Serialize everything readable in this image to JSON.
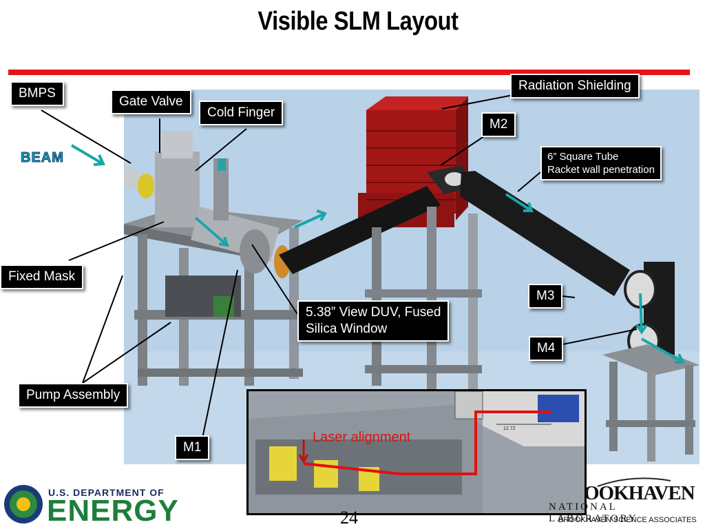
{
  "title": "Visible SLM Layout",
  "labels": {
    "bmps": "BMPS",
    "gate_valve": "Gate Valve",
    "cold_finger": "Cold Finger",
    "radiation_shielding": "Radiation Shielding",
    "m2": "M2",
    "square_tube_line1": "6” Square Tube",
    "square_tube_line2": "Racket wall penetration",
    "fixed_mask": "Fixed Mask",
    "view_window_line1": "5.38” View DUV, Fused",
    "view_window_line2": "Silica Window",
    "m3": "M3",
    "m4": "M4",
    "pump_assembly": "Pump Assembly",
    "m1": "M1",
    "beam": "BEAM"
  },
  "inset": {
    "laser_alignment": "Laser alignment",
    "dimension": "12.72"
  },
  "footer": {
    "doe_line1": "U.S. DEPARTMENT OF",
    "doe_line2": "ENERGY",
    "page_number": "24",
    "bnl_wordmark": "OOKHAVEN",
    "bnl_sub": "NATIONAL LABORATORY",
    "bnl_assoc": "BROOKHAVEN SCIENCE ASSOCIATES"
  },
  "colors": {
    "rule": "#e8141a",
    "scene_background": "#b9d2e8",
    "shielding": "#b41c1c",
    "tube": "#141414",
    "arrow": "#1aa5a8",
    "laser": "#e01010"
  }
}
